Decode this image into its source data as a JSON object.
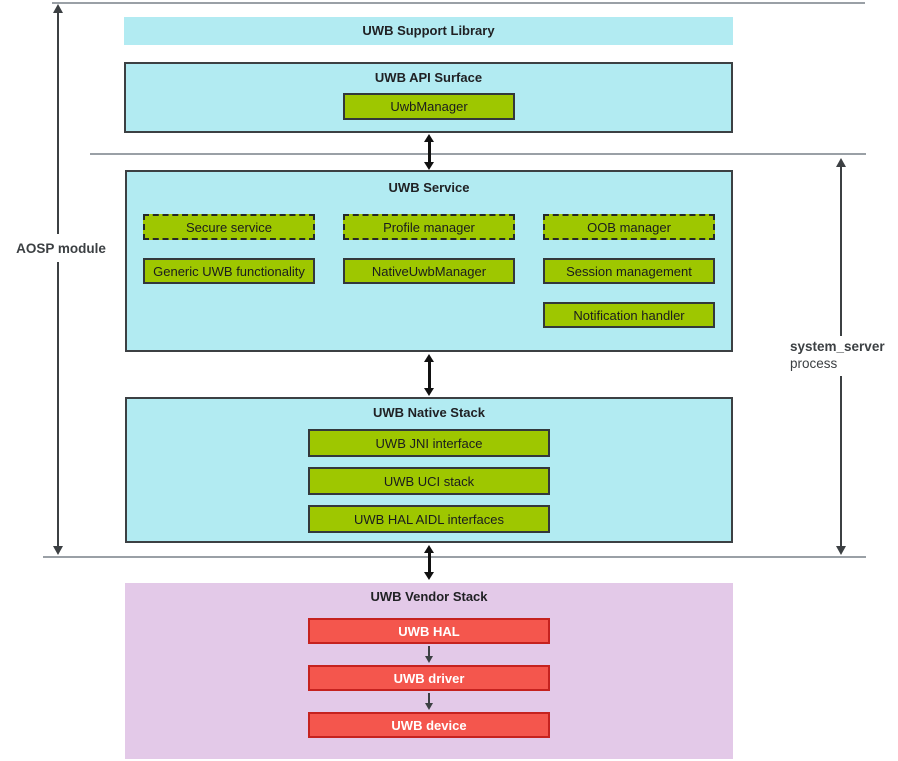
{
  "side_labels": {
    "left": "AOSP module",
    "right_line1": "system_server",
    "right_line2": "process"
  },
  "support_library": {
    "title": "UWB Support Library"
  },
  "api_surface": {
    "title": "UWB API Surface",
    "uwb_manager": "UwbManager"
  },
  "service": {
    "title": "UWB Service",
    "secure_service": "Secure service",
    "profile_manager": "Profile manager",
    "oob_manager": "OOB manager",
    "generic_uwb": "Generic UWB functionality",
    "native_uwb_manager": "NativeUwbManager",
    "session_management": "Session management",
    "notification_handler": "Notification handler"
  },
  "native_stack": {
    "title": "UWB Native Stack",
    "jni": "UWB JNI interface",
    "uci": "UWB UCI stack",
    "hal_aidl": "UWB HAL AIDL interfaces"
  },
  "vendor_stack": {
    "title": "UWB Vendor Stack",
    "hal": "UWB HAL",
    "driver": "UWB driver",
    "device": "UWB device"
  },
  "colors": {
    "cyan_fill": "#B2EBF2",
    "green_fill": "#9EC700",
    "purple_fill": "#E3C9E8",
    "red_fill": "#F4564D",
    "red_border": "#C5221F",
    "line_gray": "#9AA0A6",
    "arrow_black": "#111111",
    "dark_gray": "#3C4043"
  }
}
